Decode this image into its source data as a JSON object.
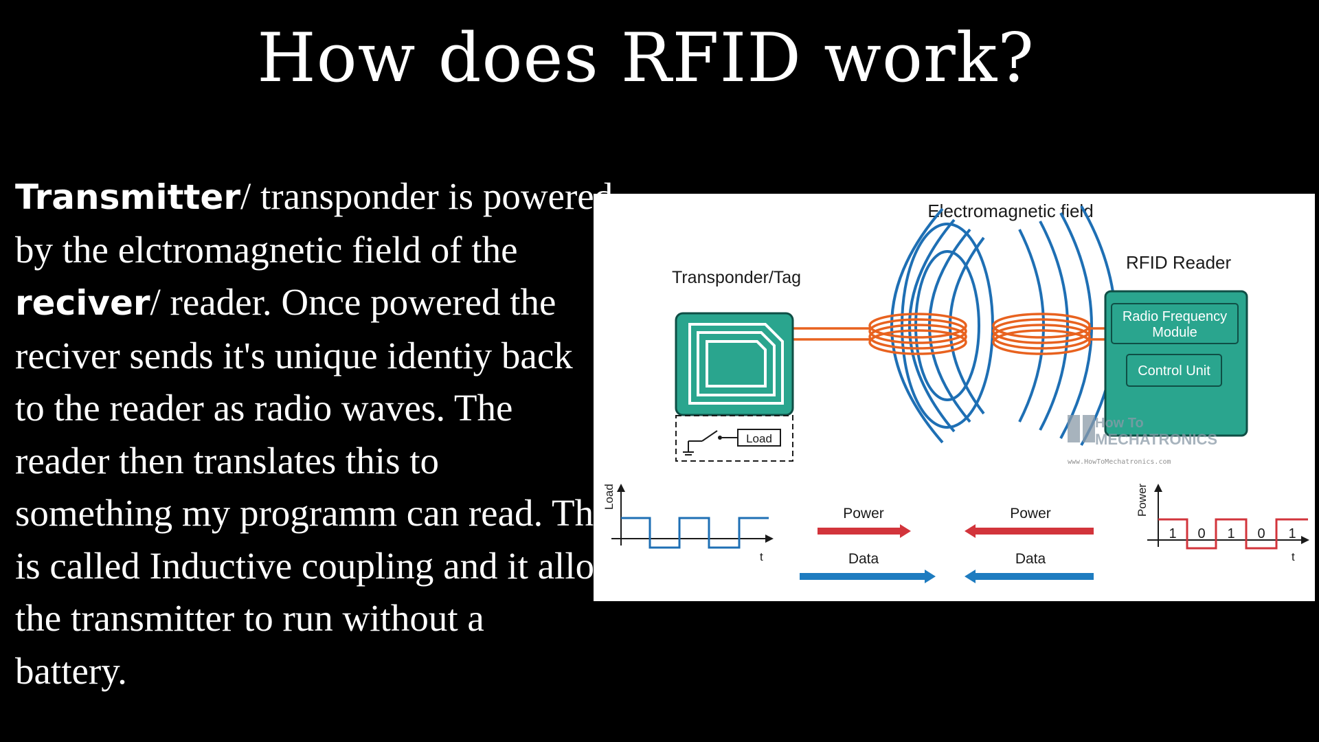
{
  "slide": {
    "title": "How does RFID work?"
  },
  "text": {
    "lines": [
      {
        "bold": "Transmitter",
        "rest": "/ transponder is powered"
      },
      {
        "bold": "",
        "rest": "by the elctromagnetic field of the"
      },
      {
        "bold": "reciver",
        "rest": "/ reader. Once powered the"
      },
      {
        "bold": "",
        "rest": "reciver sends it's unique identiy back"
      },
      {
        "bold": "",
        "rest": "to the reader as radio waves. The"
      },
      {
        "bold": "",
        "rest": "reader then translates this to"
      },
      {
        "bold": "",
        "rest": "something my programm can read. This"
      },
      {
        "bold": "",
        "rest": "is called Inductive coupling and it allows"
      },
      {
        "bold": "",
        "rest": "the transmitter to run without a"
      },
      {
        "bold": "",
        "rest": "battery."
      }
    ]
  },
  "diagram": {
    "field_label": "Electromagnetic field",
    "tag_label": "Transponder/Tag",
    "reader_label": "RFID Reader",
    "rf_module_line1": "Radio Frequency",
    "rf_module_line2": "Module",
    "control_unit": "Control Unit",
    "load_label": "Load",
    "watermark_line1": "How To",
    "watermark_line2": "MECHATRONICS",
    "watermark_url": "www.HowToMechatronics.com",
    "left_graph": {
      "ylabel": "Load",
      "xlabel": "t"
    },
    "right_graph": {
      "ylabel": "Power",
      "xlabel": "t",
      "bits": [
        "1",
        "0",
        "1",
        "0",
        "1"
      ]
    },
    "arrows": {
      "left_power": "Power",
      "left_data": "Data",
      "right_power": "Power",
      "right_data": "Data"
    },
    "colors": {
      "tag_fill": "#2aa58e",
      "reader_fill": "#2aa58e",
      "coil": "#e8621f",
      "field": "#1e6fb4",
      "power_arrow": "#d2343b",
      "data_arrow": "#1e7cc0",
      "bit_signal": "#d2343b",
      "load_signal": "#1e6fb4"
    }
  }
}
